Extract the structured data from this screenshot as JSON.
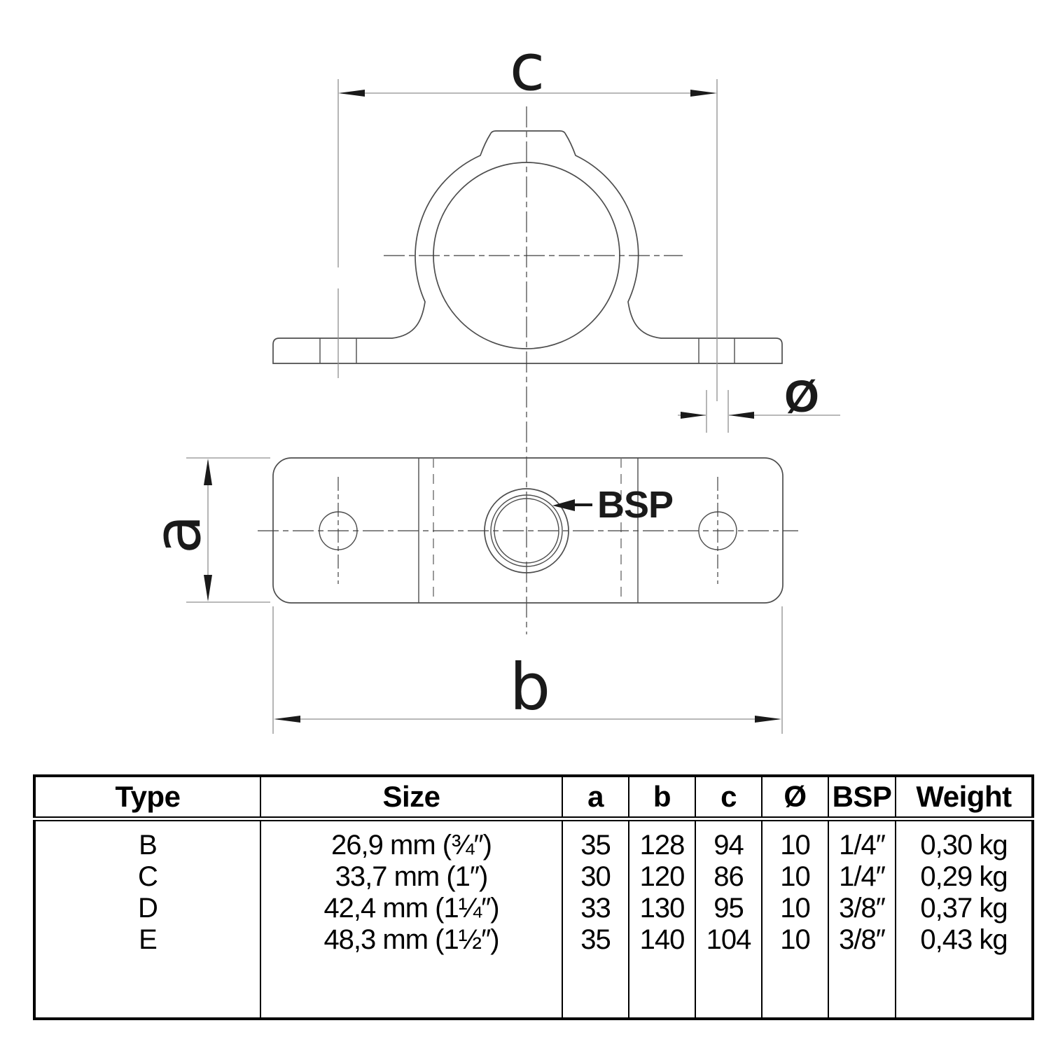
{
  "drawing": {
    "dim_labels": {
      "width_top": "c",
      "height_left": "a",
      "width_bottom": "b",
      "hole_diameter": "Ø",
      "thread_callout": "BSP"
    }
  },
  "table": {
    "headers": [
      "Type",
      "Size",
      "a",
      "b",
      "c",
      "Ø",
      "BSP",
      "Weight"
    ],
    "rows": [
      [
        "B",
        "26,9 mm (¾″)",
        "35",
        "128",
        "94",
        "10",
        "1/4″",
        "0,30 kg"
      ],
      [
        "C",
        "33,7 mm (1″)",
        "30",
        "120",
        "86",
        "10",
        "1/4″",
        "0,29 kg"
      ],
      [
        "D",
        "42,4 mm (1¼″)",
        "33",
        "130",
        "95",
        "10",
        "3/8″",
        "0,37 kg"
      ],
      [
        "E",
        "48,3 mm (1½″)",
        "35",
        "140",
        "104",
        "10",
        "3/8″",
        "0,43 kg"
      ]
    ]
  },
  "colors": {
    "object_line": "#4d4d4d",
    "center_line": "#3f3f3f",
    "hidden_line": "#787878",
    "dimension_line": "#8f8f8f",
    "arrow": "#1a1a1a",
    "text": "#1a1a1a",
    "table_border": "#000000",
    "background": "#ffffff"
  }
}
